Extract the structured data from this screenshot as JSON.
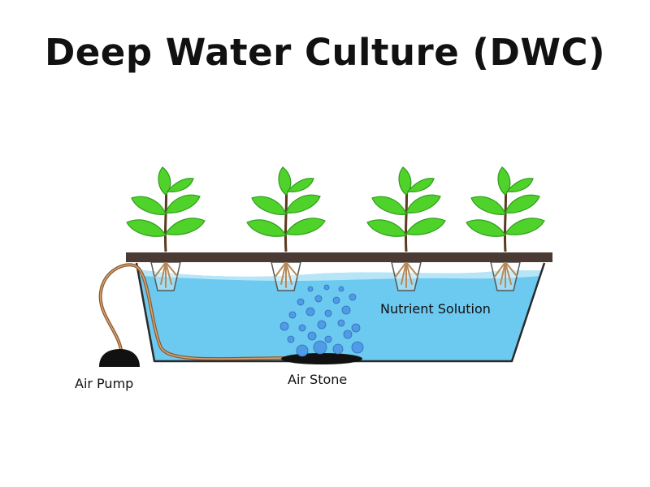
{
  "title": "Deep Water Culture (DWC)",
  "labels": {
    "air_pump": "Air Pump",
    "air_stone": "Air Stone",
    "nutrient_solution": "Nutrient Solution"
  },
  "colors": {
    "water": "#6cc9ef",
    "water_light": "#bfe8f8",
    "tank_outline": "#2a2a2a",
    "lid": "#4a3a33",
    "tube": "#b07a4a",
    "leaf": "#4fd32a",
    "leaf_dark": "#2f9d1c",
    "stem": "#5b3a1e",
    "root": "#b58a5a",
    "bubble": "#4f9be6"
  },
  "plants": [
    {
      "id": "plant-1"
    },
    {
      "id": "plant-2"
    },
    {
      "id": "plant-3"
    },
    {
      "id": "plant-4"
    }
  ]
}
